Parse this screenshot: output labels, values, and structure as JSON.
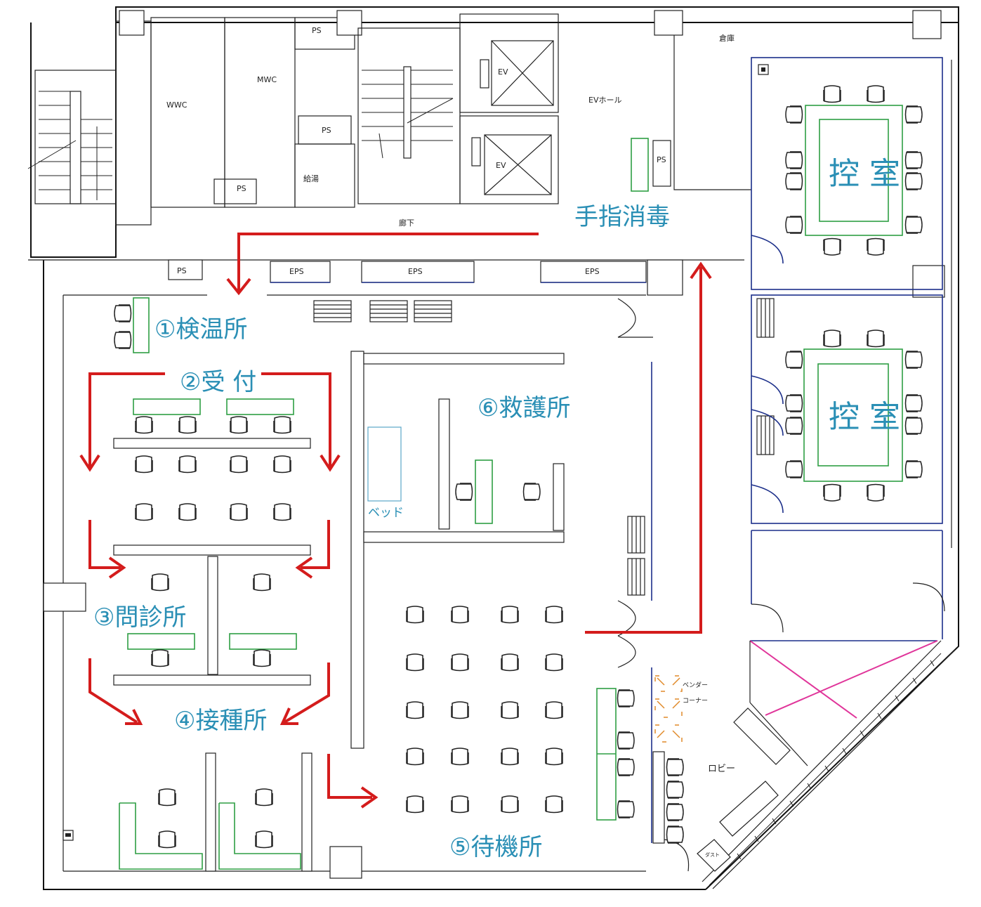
{
  "zones": {
    "temp_check": "①検温所",
    "reception": "②受 付",
    "interview": "③問診所",
    "vaccination": "④接種所",
    "waiting": "⑤待機所",
    "first_aid": "⑥救護所",
    "hand_sanitize": "手指消毒",
    "control_room_1": "控 室",
    "control_room_2": "控 室"
  },
  "rooms": {
    "wwc": "WWC",
    "mwc": "MWC",
    "ps_1": "PS",
    "ps_2": "PS",
    "ps_3": "PS",
    "ps_4": "PS",
    "ps_5": "PS",
    "ev_1": "EV",
    "ev_2": "EV",
    "ev_hall": "EVホール",
    "storage": "倉庫",
    "kitchenette": "給湯",
    "corridor": "廊下",
    "eps_1": "EPS",
    "eps_2": "EPS",
    "eps_3": "EPS",
    "bed": "ベッド",
    "vendor_corner_1": "ベンダー",
    "vendor_corner_2": "コーナー",
    "lobby": "ロビー",
    "dust": "ダスト"
  },
  "colors": {
    "flow_arrow": "#d41c1c",
    "zone_label": "#2a8fb5",
    "furniture_green": "#2e9e44",
    "wall_blue": "#1c2f8a",
    "cross_magenta": "#e0359a",
    "vendor_orange": "#e08a2a"
  }
}
